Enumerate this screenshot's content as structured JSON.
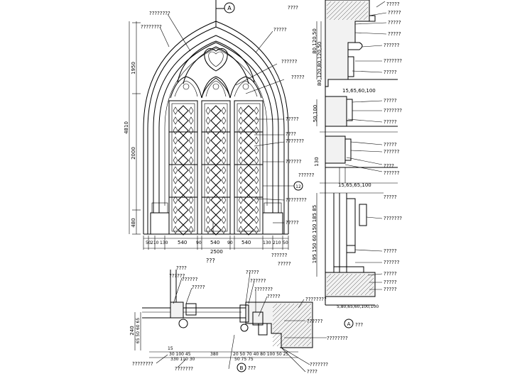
{
  "callouts": {
    "a_marker": "A",
    "b_marker": "B",
    "s12_marker": "12",
    "label": "????",
    "label5": "?????",
    "label6": "??????",
    "label7": "???????",
    "label8": "????????",
    "title_elevation": "???",
    "title_detail_a": "???",
    "title_detail_b": "???"
  },
  "dims": {
    "elev_h1": "1950",
    "elev_h2": "2000",
    "elev_h3": "480",
    "elev_total": "4810",
    "elev_w": [
      "50",
      "210",
      "130",
      "540",
      "90",
      "540",
      "90",
      "540",
      "130",
      "210",
      "50"
    ],
    "elev_total_w": "2500",
    "secA_top": "80,120,50",
    "secA_mid": "80,120,80,120,50",
    "secA_upper": "50,100",
    "secA_row": "15,65,60,100",
    "secA_bar": "15,65,65,100",
    "secA_v1": "130",
    "secA_lower": "195 150 60 150 185 85",
    "secA_bottom": "5,80,65,60,100,100",
    "secB_v": "240",
    "secB_v2": "65 50 60 65",
    "secB_b1": "15",
    "secB_b2": "30 100 45",
    "secB_b3": "330 110 30",
    "secB_b4": "380",
    "secB_b5": "20 50 70 40 80 100 50 25",
    "secB_b6": "50 75 75"
  }
}
